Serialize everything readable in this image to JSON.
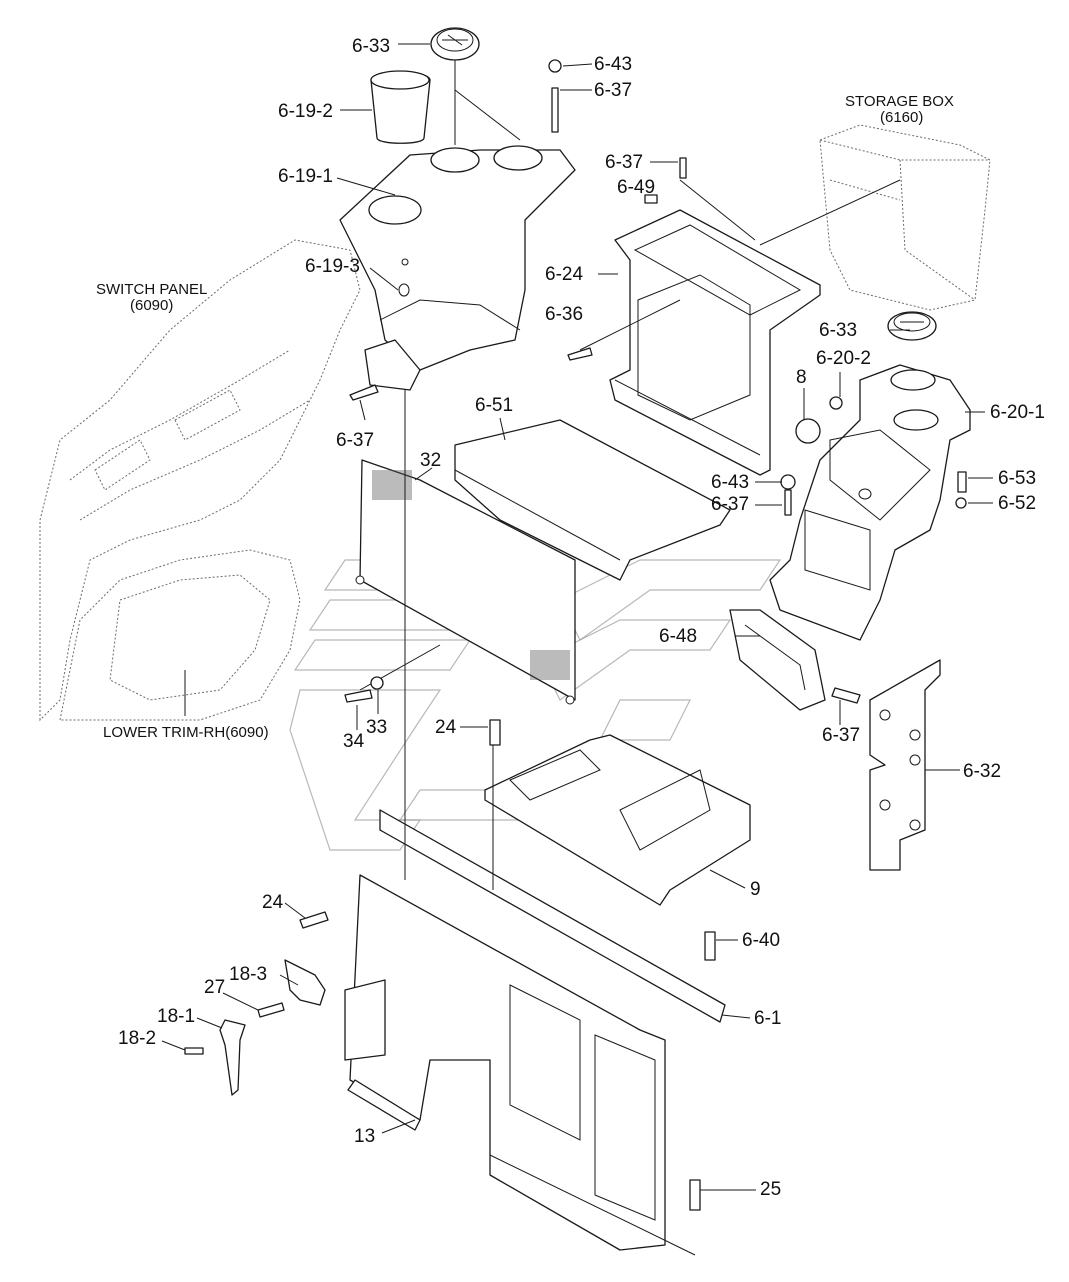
{
  "callouts": {
    "c_6_33a": "6-33",
    "c_6_43a": "6-43",
    "c_6_37a": "6-37",
    "c_6_19_2": "6-19-2",
    "c_6_19_1": "6-19-1",
    "c_6_19_3": "6-19-3",
    "c_6_37b": "6-37",
    "c_6_49": "6-49",
    "c_6_24": "6-24",
    "c_6_36": "6-36",
    "c_6_33b": "6-33",
    "c_6_20_2": "6-20-2",
    "c_8": "8",
    "c_6_20_1": "6-20-1",
    "c_6_51": "6-51",
    "c_6_37c": "6-37",
    "c_32": "32",
    "c_6_43b": "6-43",
    "c_6_37d": "6-37",
    "c_6_53": "6-53",
    "c_6_52": "6-52",
    "c_6_48": "6-48",
    "c_6_37e": "6-37",
    "c_6_32": "6-32",
    "c_33": "33",
    "c_34": "34",
    "c_24a": "24",
    "c_9": "9",
    "c_24b": "24",
    "c_6_40": "6-40",
    "c_18_3": "18-3",
    "c_27": "27",
    "c_18_1": "18-1",
    "c_18_2": "18-2",
    "c_6_1": "6-1",
    "c_13": "13",
    "c_25": "25"
  },
  "references": {
    "storage_box_line1": "STORAGE BOX",
    "storage_box_line2": "(6160)",
    "switch_panel_line1": "SWITCH PANEL",
    "switch_panel_line2": "(6090)",
    "lower_trim": "LOWER TRIM-RH(6090)"
  }
}
